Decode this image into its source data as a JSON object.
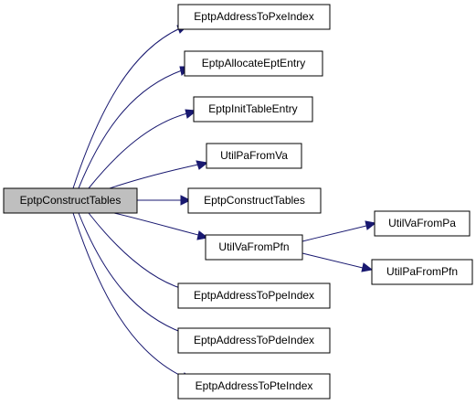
{
  "colors": {
    "edge": "#191970",
    "root_fill": "#bfbfbf",
    "node_fill": "#ffffff",
    "border": "#000000"
  },
  "nodes": {
    "root": "EptpConstructTables",
    "address_to_pxe": "EptpAddressToPxeIndex",
    "allocate_ept_entry": "EptpAllocateEptEntry",
    "init_table_entry": "EptpInitTableEntry",
    "pa_from_va": "UtilPaFromVa",
    "construct_tables": "EptpConstructTables",
    "va_from_pfn": "UtilVaFromPfn",
    "va_from_pa": "UtilVaFromPa",
    "pa_from_pfn": "UtilPaFromPfn",
    "address_to_ppe": "EptpAddressToPpeIndex",
    "address_to_pde": "EptpAddressToPdeIndex",
    "address_to_pte": "EptpAddressToPteIndex"
  }
}
